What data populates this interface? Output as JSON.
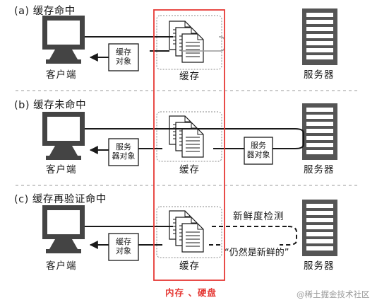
{
  "sections": [
    {
      "title": "(a) 缓存命中",
      "client_label": "客户端",
      "server_label": "服务器",
      "cache_label": "缓存",
      "client_box": "缓存\n对象"
    },
    {
      "title": "(b) 缓存未命中",
      "client_label": "客户端",
      "server_label": "服务器",
      "cache_label": "缓存",
      "client_box": "服务\n器对象",
      "server_box": "服务\n器对象"
    },
    {
      "title": "(c) 缓存再验证命中",
      "client_label": "客户端",
      "server_label": "服务器",
      "cache_label": "缓存",
      "client_box": "缓存\n对象",
      "check_label": "新鲜度检测",
      "fresh_label": "“仍然是新鲜的”"
    }
  ],
  "highlight_label": "内存 、硬盘",
  "watermark": "@稀土掘金技术社区",
  "colors": {
    "highlight": "#e53935",
    "ink": "#1a1a1a",
    "grey": "#8a8a8a"
  }
}
